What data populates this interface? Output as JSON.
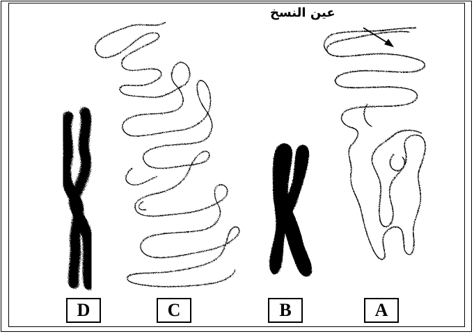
{
  "annotation": {
    "text": "عين النسخ"
  },
  "labels": {
    "d": "D",
    "c": "C",
    "b": "B",
    "a": "A"
  },
  "colors": {
    "ink": "#000000",
    "background": "#ffffff"
  }
}
